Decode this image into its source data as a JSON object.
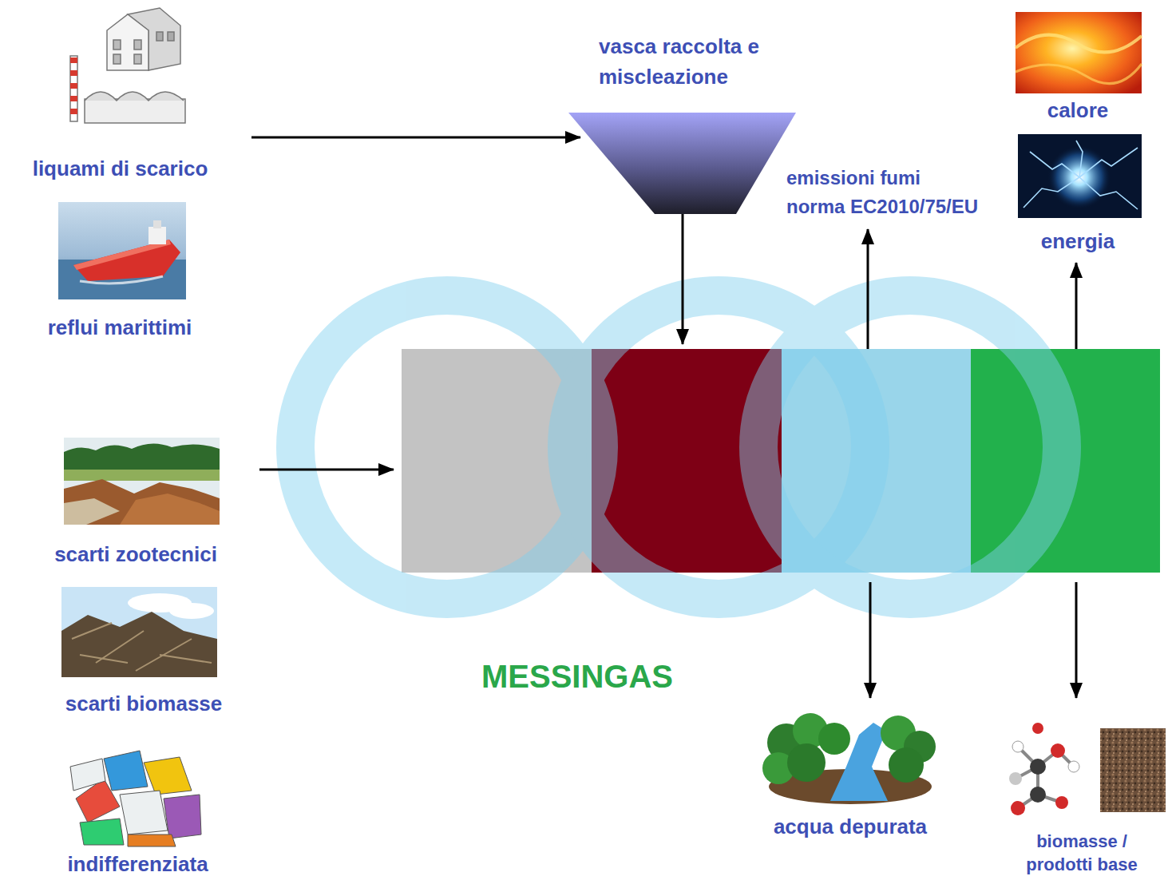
{
  "diagram": {
    "nodes": [
      {
        "text": [
          "liquami di scarico"
        ]
      },
      {
        "text": [
          "vasca raccolta e miscleazione"
        ]
      },
      {
        "text": [
          "calore"
        ]
      },
      {
        "text": [
          "emissioni fumi norma EC2010/75/EU"
        ]
      },
      {
        "text": [
          "energia"
        ]
      },
      {
        "text": [
          "reflui marittimi"
        ]
      },
      {
        "text": [
          "MESSINGAS"
        ]
      },
      {
        "text": [
          "scarti zootecnici"
        ]
      },
      {
        "text": [
          "scarti biomasse"
        ]
      },
      {
        "text": [
          "acqua depurata"
        ]
      },
      {
        "text": [
          "biomasse / prodotti base"
        ]
      },
      {
        "text": [
          "indifferenziata"
        ]
      }
    ],
    "edges": [
      {
        "from": 0,
        "to": 1,
        "arrow": "to"
      },
      {
        "from": 1,
        "to": 6,
        "arrow": "to"
      },
      {
        "from": 7,
        "to": 6,
        "arrow": "to"
      },
      {
        "from": 6,
        "to": 3,
        "arrow": "to"
      },
      {
        "from": 6,
        "to": 4,
        "arrow": "to"
      },
      {
        "from": 6,
        "to": 9,
        "arrow": "to"
      },
      {
        "from": 6,
        "to": 10,
        "arrow": "to"
      }
    ]
  }
}
